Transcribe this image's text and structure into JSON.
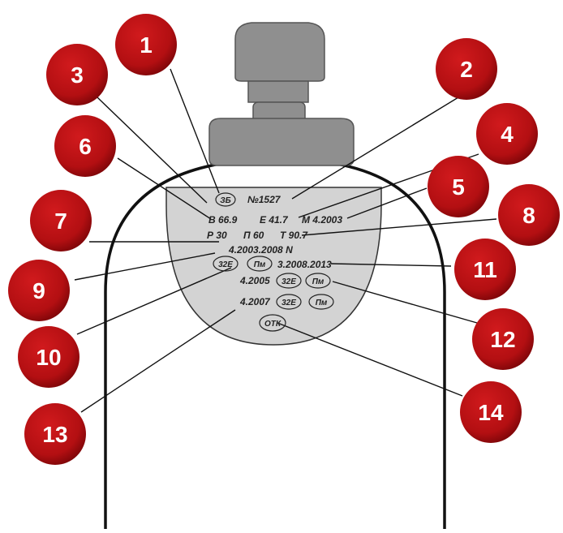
{
  "colors": {
    "callout_fill": "#b30f12",
    "callout_edge": "#7a0508",
    "label_plate": "#d3d3d3",
    "valve": "#8f8f8f",
    "outline": "#111111",
    "leader": "#111111"
  },
  "stamp": {
    "mark": "ЗБ",
    "serial": "№1527",
    "v": "В 66.9",
    "e": "Е 41.7",
    "m": "М 4.2003",
    "p": "Р 30",
    "pi": "П 60",
    "t": "Т 90.7",
    "dates": "4.2003.2008 N",
    "oval_a": "32Е",
    "oval_b": "Пм",
    "range": "3.2008.2013",
    "d2005": "4.2005",
    "oval_c": "32Е",
    "oval_d": "Пм",
    "d2007": "4.2007",
    "oval_e": "32Е",
    "oval_f": "Пм",
    "otk": "ОТК"
  },
  "callouts": [
    "1",
    "2",
    "3",
    "4",
    "5",
    "6",
    "7",
    "8",
    "9",
    "10",
    "11",
    "12",
    "13",
    "14"
  ]
}
